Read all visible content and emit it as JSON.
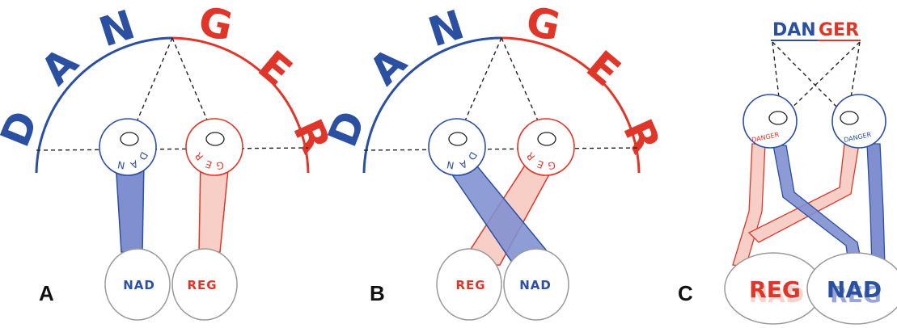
{
  "colors": {
    "blue": "#2b4fa1",
    "red": "#e0362a",
    "blue_fill": "#7f8fd0",
    "red_fill": "#f7cfc7",
    "outline": "#999999"
  },
  "word": {
    "left_letters": [
      "D",
      "A",
      "N"
    ],
    "right_letters": [
      "G",
      "E",
      "R"
    ]
  },
  "panels": [
    {
      "label": "A",
      "left_eye_text": [
        "D",
        "A",
        "N"
      ],
      "right_eye_text": [
        "G",
        "E",
        "R"
      ],
      "left_brain_text": "NAD",
      "right_brain_text": "REG"
    },
    {
      "label": "B",
      "left_eye_text": [
        "D",
        "A",
        "N"
      ],
      "right_eye_text": [
        "G",
        "E",
        "R"
      ],
      "left_brain_text": "REG",
      "right_brain_text": "NAD"
    },
    {
      "label": "C",
      "banner_left": "DAN",
      "banner_right": "GER",
      "left_eye_text": "DANGER",
      "right_eye_text": "DANGER",
      "left_brain_text": "REG",
      "right_brain_text": "NAD",
      "left_brain_ghost": "NAD",
      "right_brain_ghost": "REG"
    }
  ]
}
